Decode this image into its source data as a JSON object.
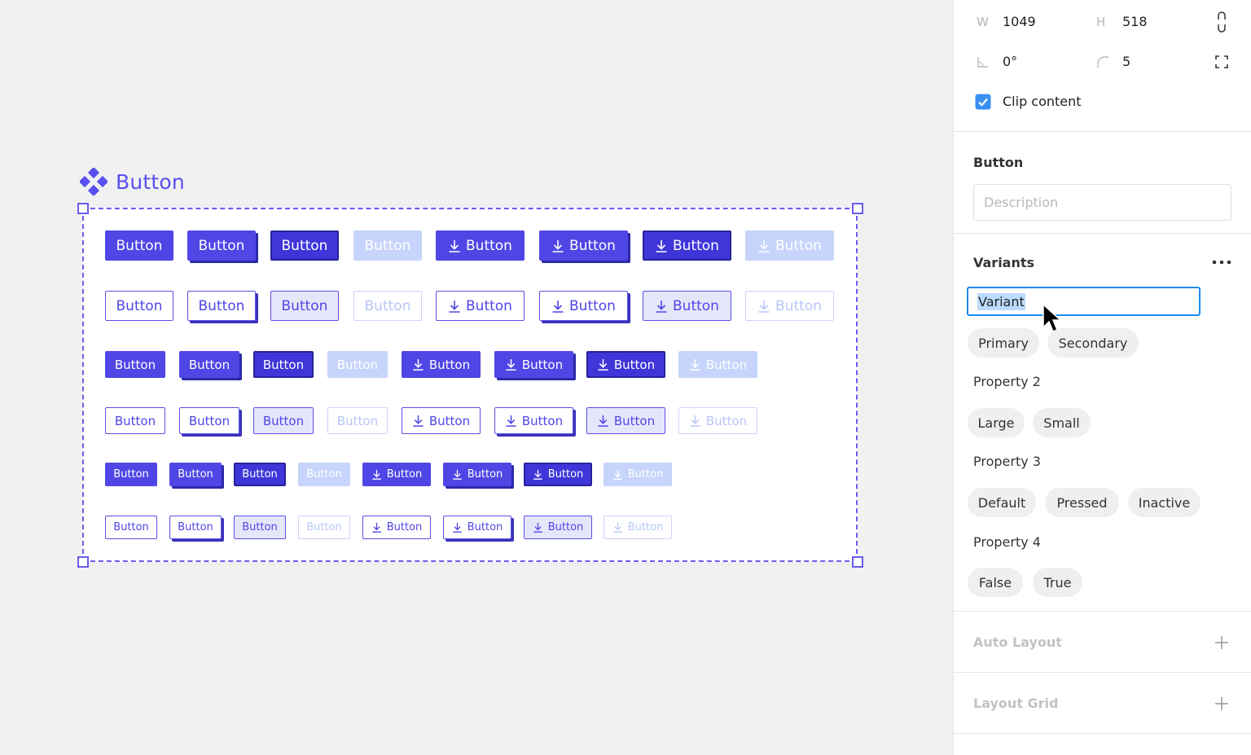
{
  "canvas": {
    "frame_title": "Button",
    "rows": [
      {
        "size": "large",
        "buttons": [
          {
            "variant": "primary",
            "state": "default",
            "icon": false,
            "label": "Button"
          },
          {
            "variant": "primary",
            "state": "pressed",
            "icon": false,
            "label": "Button"
          },
          {
            "variant": "primary",
            "state": "active",
            "icon": false,
            "label": "Button"
          },
          {
            "variant": "primary",
            "state": "inactive",
            "icon": false,
            "label": "Button"
          },
          {
            "variant": "primary",
            "state": "default",
            "icon": true,
            "label": "Button"
          },
          {
            "variant": "primary",
            "state": "pressed",
            "icon": true,
            "label": "Button"
          },
          {
            "variant": "primary",
            "state": "active",
            "icon": true,
            "label": "Button"
          },
          {
            "variant": "primary",
            "state": "inactive",
            "icon": true,
            "label": "Button"
          }
        ]
      },
      {
        "size": "large",
        "buttons": [
          {
            "variant": "secondary",
            "state": "default",
            "icon": false,
            "label": "Button"
          },
          {
            "variant": "secondary",
            "state": "pressed",
            "icon": false,
            "label": "Button"
          },
          {
            "variant": "secondary",
            "state": "active",
            "icon": false,
            "label": "Button"
          },
          {
            "variant": "secondary",
            "state": "inactive",
            "icon": false,
            "label": "Button"
          },
          {
            "variant": "secondary",
            "state": "default",
            "icon": true,
            "label": "Button"
          },
          {
            "variant": "secondary",
            "state": "pressed",
            "icon": true,
            "label": "Button"
          },
          {
            "variant": "secondary",
            "state": "active",
            "icon": true,
            "label": "Button"
          },
          {
            "variant": "secondary",
            "state": "inactive",
            "icon": true,
            "label": "Button"
          }
        ]
      },
      {
        "size": "medium",
        "buttons": [
          {
            "variant": "primary",
            "state": "default",
            "icon": false,
            "label": "Button"
          },
          {
            "variant": "primary",
            "state": "pressed",
            "icon": false,
            "label": "Button"
          },
          {
            "variant": "primary",
            "state": "active",
            "icon": false,
            "label": "Button"
          },
          {
            "variant": "primary",
            "state": "inactive",
            "icon": false,
            "label": "Button"
          },
          {
            "variant": "primary",
            "state": "default",
            "icon": true,
            "label": "Button"
          },
          {
            "variant": "primary",
            "state": "pressed",
            "icon": true,
            "label": "Button"
          },
          {
            "variant": "primary",
            "state": "active",
            "icon": true,
            "label": "Button"
          },
          {
            "variant": "primary",
            "state": "inactive",
            "icon": true,
            "label": "Button"
          }
        ]
      },
      {
        "size": "medium",
        "buttons": [
          {
            "variant": "secondary",
            "state": "default",
            "icon": false,
            "label": "Button"
          },
          {
            "variant": "secondary",
            "state": "pressed",
            "icon": false,
            "label": "Button"
          },
          {
            "variant": "secondary",
            "state": "active",
            "icon": false,
            "label": "Button"
          },
          {
            "variant": "secondary",
            "state": "inactive",
            "icon": false,
            "label": "Button"
          },
          {
            "variant": "secondary",
            "state": "default",
            "icon": true,
            "label": "Button"
          },
          {
            "variant": "secondary",
            "state": "pressed",
            "icon": true,
            "label": "Button"
          },
          {
            "variant": "secondary",
            "state": "active",
            "icon": true,
            "label": "Button"
          },
          {
            "variant": "secondary",
            "state": "inactive",
            "icon": true,
            "label": "Button"
          }
        ]
      },
      {
        "size": "small",
        "buttons": [
          {
            "variant": "primary",
            "state": "default",
            "icon": false,
            "label": "Button"
          },
          {
            "variant": "primary",
            "state": "pressed",
            "icon": false,
            "label": "Button"
          },
          {
            "variant": "primary",
            "state": "active",
            "icon": false,
            "label": "Button"
          },
          {
            "variant": "primary",
            "state": "inactive",
            "icon": false,
            "label": "Button"
          },
          {
            "variant": "primary",
            "state": "default",
            "icon": true,
            "label": "Button"
          },
          {
            "variant": "primary",
            "state": "pressed",
            "icon": true,
            "label": "Button"
          },
          {
            "variant": "primary",
            "state": "active",
            "icon": true,
            "label": "Button"
          },
          {
            "variant": "primary",
            "state": "inactive",
            "icon": true,
            "label": "Button"
          }
        ]
      },
      {
        "size": "small",
        "buttons": [
          {
            "variant": "secondary",
            "state": "default",
            "icon": false,
            "label": "Button"
          },
          {
            "variant": "secondary",
            "state": "pressed",
            "icon": false,
            "label": "Button"
          },
          {
            "variant": "secondary",
            "state": "active",
            "icon": false,
            "label": "Button"
          },
          {
            "variant": "secondary",
            "state": "inactive",
            "icon": false,
            "label": "Button"
          },
          {
            "variant": "secondary",
            "state": "default",
            "icon": true,
            "label": "Button"
          },
          {
            "variant": "secondary",
            "state": "pressed",
            "icon": true,
            "label": "Button"
          },
          {
            "variant": "secondary",
            "state": "active",
            "icon": true,
            "label": "Button"
          },
          {
            "variant": "secondary",
            "state": "inactive",
            "icon": true,
            "label": "Button"
          }
        ]
      }
    ]
  },
  "panel": {
    "w_label": "W",
    "w_value": "1049",
    "h_label": "H",
    "h_value": "518",
    "rotation_value": "0°",
    "radius_value": "5",
    "clip_content_label": "Clip content",
    "clip_content_checked": true,
    "component_title": "Button",
    "description_placeholder": "Description",
    "variants_title": "Variants",
    "variant_name_value": "Variant",
    "properties": [
      {
        "name": "",
        "values": [
          "Primary",
          "Secondary"
        ]
      },
      {
        "name": "Property 2",
        "values": [
          "Large",
          "Small"
        ]
      },
      {
        "name": "Property 3",
        "values": [
          "Default",
          "Pressed",
          "Inactive"
        ]
      },
      {
        "name": "Property 4",
        "values": [
          "False",
          "True"
        ]
      }
    ],
    "auto_layout_label": "Auto Layout",
    "layout_grid_label": "Layout Grid"
  },
  "colors": {
    "accent": "#4f46e5",
    "selection": "#6a5cf0",
    "focus": "#1a8cf0",
    "checkbox": "#3b8ff0"
  }
}
